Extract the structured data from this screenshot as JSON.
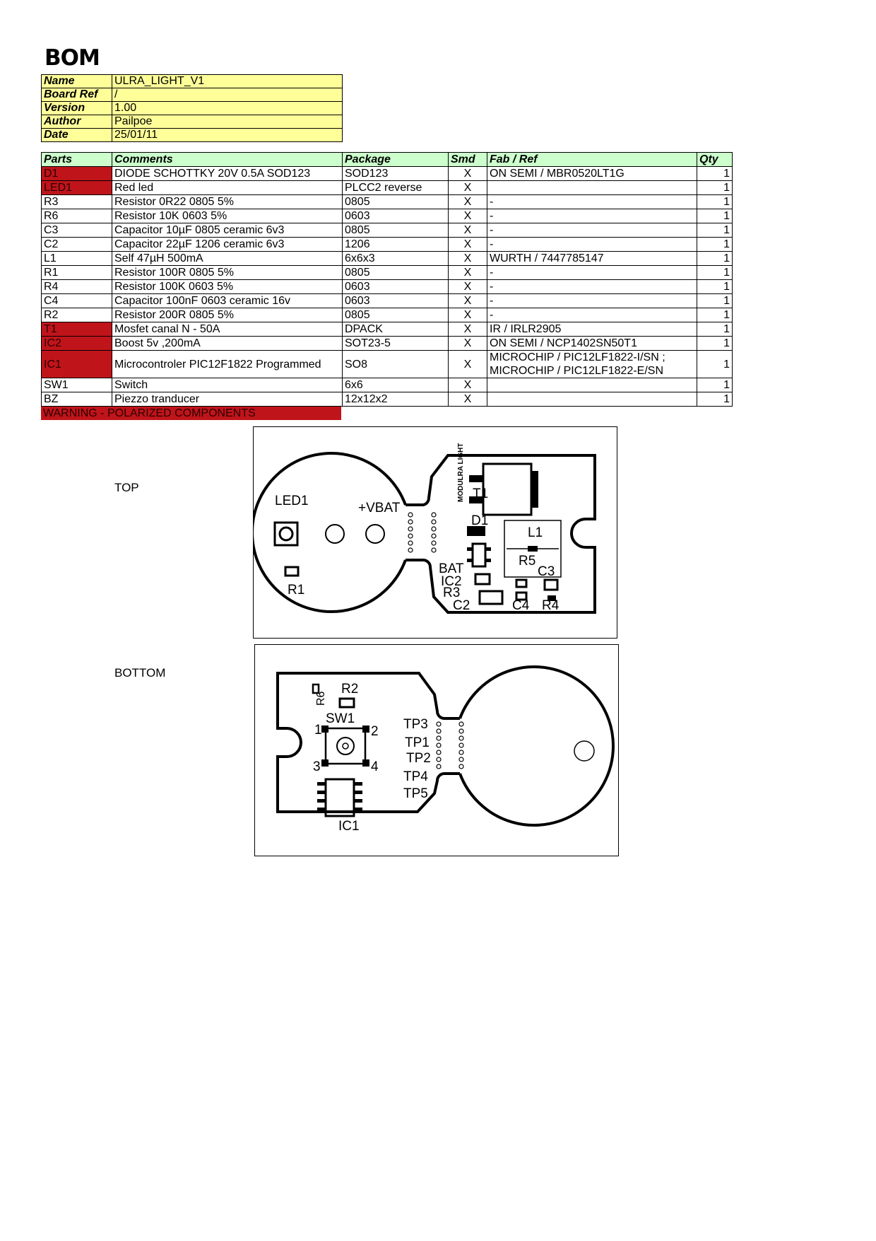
{
  "title": "BOM",
  "meta": [
    {
      "key": "Name",
      "value": "ULRA_LIGHT_V1"
    },
    {
      "key": "Board Ref",
      "value": "/"
    },
    {
      "key": "Version",
      "value": "1.00"
    },
    {
      "key": "Author",
      "value": "Pailpoe"
    },
    {
      "key": "Date",
      "value": "25/01/11"
    }
  ],
  "parts_header": {
    "parts": "Parts",
    "comments": "Comments",
    "package": "Package",
    "smd": "Smd",
    "fab": "Fab / Ref",
    "qty": "Qty"
  },
  "parts": [
    {
      "part": "D1",
      "comment": "DIODE SCHOTTKY 20V 0.5A SOD123",
      "package": "SOD123",
      "smd": "X",
      "fab": "ON SEMI / MBR0520LT1G",
      "qty": "1"
    },
    {
      "part": "LED1",
      "comment": "Red led",
      "package": "PLCC2 reverse",
      "smd": "X",
      "fab": "",
      "qty": "1"
    },
    {
      "part": "R3",
      "comment": "Resistor 0R22 0805 5%",
      "package": "0805",
      "smd": "X",
      "fab": "-",
      "qty": "1"
    },
    {
      "part": "R6",
      "comment": "Resistor 10K 0603 5%",
      "package": "0603",
      "smd": "X",
      "fab": "-",
      "qty": "1"
    },
    {
      "part": "C3",
      "comment": "Capacitor 10µF 0805 ceramic 6v3",
      "package": "0805",
      "smd": "X",
      "fab": "-",
      "qty": "1"
    },
    {
      "part": "C2",
      "comment": "Capacitor 22µF 1206 ceramic 6v3",
      "package": "1206",
      "smd": "X",
      "fab": "-",
      "qty": "1"
    },
    {
      "part": "L1",
      "comment": "Self 47µH 500mA",
      "package": "6x6x3",
      "smd": "X",
      "fab": "WURTH / 7447785147",
      "qty": "1"
    },
    {
      "part": "R1",
      "comment": "Resistor 100R 0805 5%",
      "package": "0805",
      "smd": "X",
      "fab": "-",
      "qty": "1"
    },
    {
      "part": "R4",
      "comment": "Resistor 100K 0603 5%",
      "package": "0603",
      "smd": "X",
      "fab": "-",
      "qty": "1"
    },
    {
      "part": "C4",
      "comment": "Capacitor 100nF 0603 ceramic 16v",
      "package": "0603",
      "smd": "X",
      "fab": "-",
      "qty": "1"
    },
    {
      "part": "R2",
      "comment": "Resistor 200R 0805 5%",
      "package": "0805",
      "smd": "X",
      "fab": "-",
      "qty": "1"
    },
    {
      "part": "T1",
      "comment": "Mosfet canal N - 50A",
      "package": "DPACK",
      "smd": "X",
      "fab": "IR / IRLR2905",
      "qty": "1"
    },
    {
      "part": "IC2",
      "comment": "Boost 5v ,200mA",
      "package": "SOT23-5",
      "smd": "X",
      "fab": "ON SEMI / NCP1402SN50T1",
      "qty": "1"
    },
    {
      "part": "IC1",
      "comment": "Microcontroler PIC12F1822 Programmed",
      "package": "SO8",
      "smd": "X",
      "fab": "MICROCHIP / PIC12LF1822-I/SN ;",
      "fab2": "MICROCHIP / PIC12LF1822-E/SN",
      "qty": "1"
    },
    {
      "part": "SW1",
      "comment": "Switch",
      "package": "6x6",
      "smd": "X",
      "fab": "",
      "qty": "1"
    },
    {
      "part": "BZ",
      "comment": "Piezzo tranducer",
      "package": "12x12x2",
      "smd": "X",
      "fab": "",
      "qty": "1"
    }
  ],
  "warning": "WARNING - POLARIZED COMPONENTS",
  "colors": {
    "polarized": "#c0141b",
    "meta_bg": "#ffff99",
    "header_bg": "#ccffcc"
  },
  "top_label": "TOP",
  "bottom_label": "BOTTOM",
  "top_silk": {
    "led1": "LED1",
    "vbat": "+VBAT",
    "r1": "R1",
    "t1": "T1",
    "d1": "D1",
    "l1": "L1",
    "r5": "R5",
    "c3": "C3",
    "bat": "BAT",
    "ic2": "IC2",
    "r3": "R3",
    "c2": "C2",
    "c4": "C4",
    "r4": "R4",
    "logo": "MODULRA LIGHT"
  },
  "bottom_silk": {
    "r6": "R6",
    "r2": "R2",
    "sw1": "SW1",
    "p1": "1",
    "p2": "2",
    "p3": "3",
    "p4": "4",
    "ic1": "IC1",
    "tp3": "TP3",
    "tp1": "TP1",
    "tp2": "TP2",
    "tp4": "TP4",
    "tp5": "TP5"
  }
}
